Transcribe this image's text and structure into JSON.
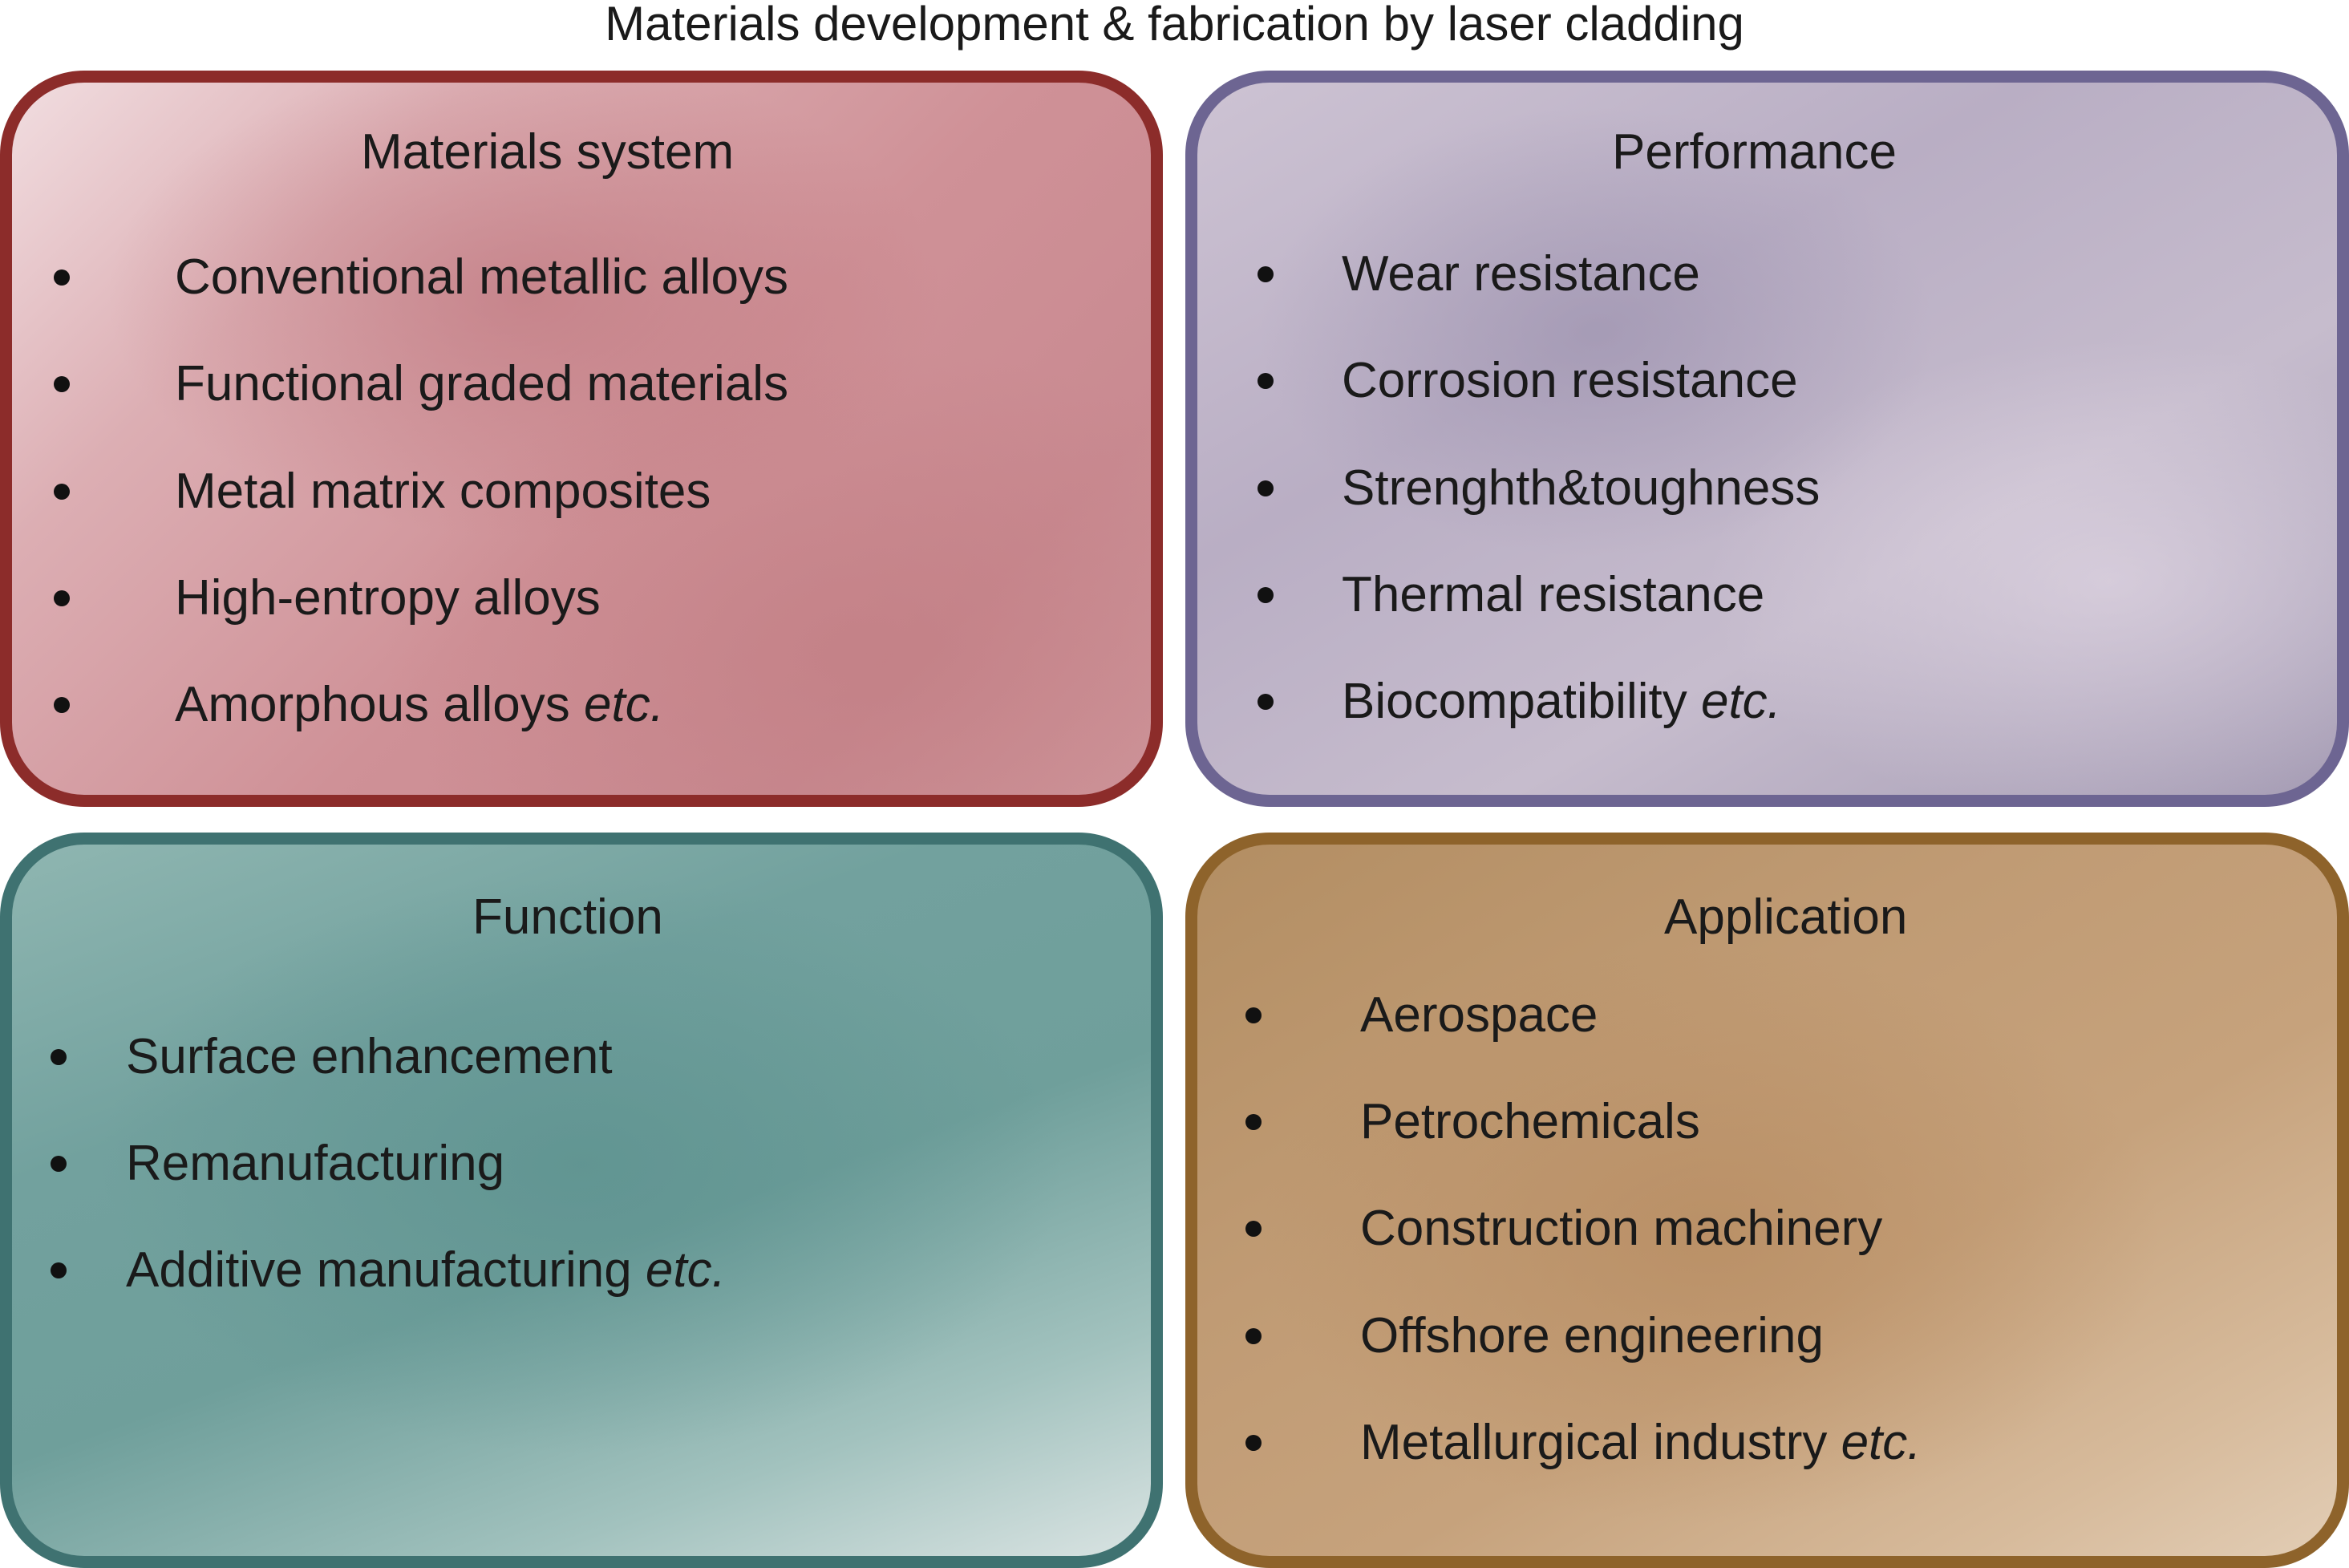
{
  "title": "Materials development & fabrication by laser cladding",
  "panels": {
    "materials": {
      "heading": "Materials system",
      "items": [
        {
          "text": "Conventional metallic alloys",
          "suffix": ""
        },
        {
          "text": "Functional graded materials",
          "suffix": ""
        },
        {
          "text": "Metal matrix composites",
          "suffix": ""
        },
        {
          "text": "High-entropy alloys",
          "suffix": ""
        },
        {
          "text": "Amorphous alloys ",
          "suffix": "etc."
        }
      ],
      "border_color": "#8c2c2a"
    },
    "performance": {
      "heading": "Performance",
      "items": [
        {
          "text": "Wear resistance",
          "suffix": ""
        },
        {
          "text": "Corrosion resistance",
          "suffix": ""
        },
        {
          "text": "Strenghth&toughness",
          "suffix": ""
        },
        {
          "text": "Thermal resistance",
          "suffix": ""
        },
        {
          "text": "Biocompatibility ",
          "suffix": "etc."
        }
      ],
      "border_color": "#6d6592"
    },
    "function": {
      "heading": "Function",
      "items": [
        {
          "text": "Surface enhancement",
          "suffix": ""
        },
        {
          "text": "Remanufacturing",
          "suffix": ""
        },
        {
          "text": "Additive manufacturing ",
          "suffix": "etc."
        }
      ],
      "border_color": "#3f7271"
    },
    "application": {
      "heading": "Application",
      "items": [
        {
          "text": "Aerospace",
          "suffix": ""
        },
        {
          "text": "Petrochemicals",
          "suffix": ""
        },
        {
          "text": "Construction machinery",
          "suffix": ""
        },
        {
          "text": "Offshore engineering",
          "suffix": ""
        },
        {
          "text": "Metallurgical industry ",
          "suffix": "etc."
        }
      ],
      "border_color": "#8e632b"
    }
  }
}
